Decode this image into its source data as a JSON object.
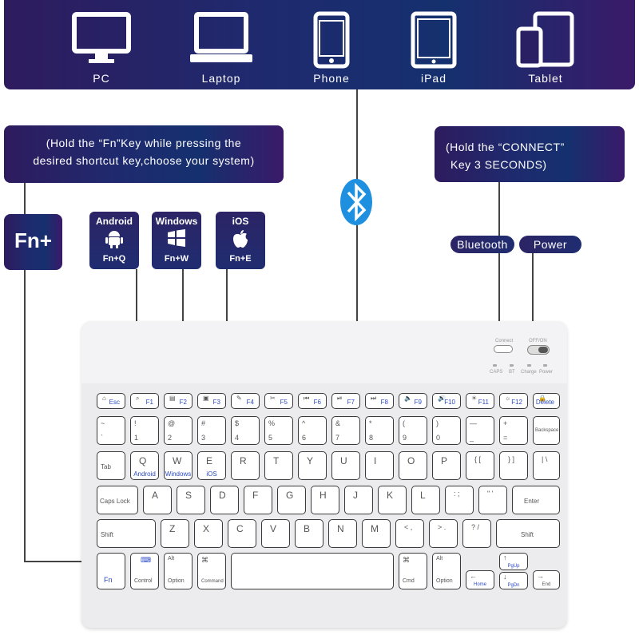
{
  "devices": [
    {
      "label": "PC",
      "icon": "monitor-icon"
    },
    {
      "label": "Laptop",
      "icon": "laptop-icon"
    },
    {
      "label": "Phone",
      "icon": "phone-icon"
    },
    {
      "label": "iPad",
      "icon": "ipad-icon"
    },
    {
      "label": "Tablet",
      "icon": "tablet-icon"
    }
  ],
  "fn_note": {
    "line1": "(Hold the “Fn”Key while pressing the",
    "line2": "desired shortcut key,choose your system)"
  },
  "connect_note": {
    "line1": "(Hold the “CONNECT”",
    "line2": "Key 3 SECONDS)"
  },
  "fn_tile": "Fn+",
  "os_tiles": [
    {
      "title": "Android",
      "combo": "Fn+Q",
      "icon": "android-icon"
    },
    {
      "title": "Windows",
      "combo": "Fn+W",
      "icon": "windows-icon"
    },
    {
      "title": "iOS",
      "combo": "Fn+E",
      "icon": "apple-icon"
    }
  ],
  "pills": {
    "bluetooth": "Bluetooth",
    "power": "Power"
  },
  "switch_labels": {
    "connect": "Connect",
    "power": "OFF/ON"
  },
  "led_labels": [
    "CAPS",
    "BT",
    "Charge",
    "Power"
  ],
  "colors": {
    "banner": "#1f2a6e",
    "accent_key": "#2a49c6",
    "bluetooth": "#1f8fe0"
  },
  "keyboard": {
    "row0": [
      {
        "top": "",
        "bottom": "Esc"
      },
      {
        "top": "",
        "bottom": "F1"
      },
      {
        "top": "",
        "bottom": "F2"
      },
      {
        "top": "",
        "bottom": "F3"
      },
      {
        "top": "",
        "bottom": "F4"
      },
      {
        "top": "",
        "bottom": "F5"
      },
      {
        "top": "",
        "bottom": "F6"
      },
      {
        "top": "",
        "bottom": "F7"
      },
      {
        "top": "",
        "bottom": "F8"
      },
      {
        "top": "",
        "bottom": "F9"
      },
      {
        "top": "",
        "bottom": "F10"
      },
      {
        "top": "",
        "bottom": "F11"
      },
      {
        "top": "",
        "bottom": "F12"
      },
      {
        "top": "",
        "bottom": "Delete"
      }
    ],
    "row1": [
      {
        "top": "~",
        "bottom": "`"
      },
      {
        "top": "!",
        "bottom": "1"
      },
      {
        "top": "@",
        "bottom": "2"
      },
      {
        "top": "#",
        "bottom": "3"
      },
      {
        "top": "$",
        "bottom": "4"
      },
      {
        "top": "%",
        "bottom": "5"
      },
      {
        "top": "^",
        "bottom": "6"
      },
      {
        "top": "&",
        "bottom": "7"
      },
      {
        "top": "*",
        "bottom": "8"
      },
      {
        "top": "(",
        "bottom": "9"
      },
      {
        "top": ")",
        "bottom": "0"
      },
      {
        "top": "—",
        "bottom": "_"
      },
      {
        "top": "+",
        "bottom": "="
      },
      {
        "top": "Backspace",
        "bottom": ""
      }
    ],
    "row2": [
      {
        "main": "Tab",
        "sub": ""
      },
      {
        "main": "Q",
        "sub": "Android"
      },
      {
        "main": "W",
        "sub": "Windows"
      },
      {
        "main": "E",
        "sub": "iOS"
      },
      {
        "main": "R",
        "sub": ""
      },
      {
        "main": "T",
        "sub": ""
      },
      {
        "main": "Y",
        "sub": ""
      },
      {
        "main": "U",
        "sub": ""
      },
      {
        "main": "I",
        "sub": ""
      },
      {
        "main": "O",
        "sub": ""
      },
      {
        "main": "P",
        "sub": ""
      },
      {
        "main": "{ [",
        "sub": ""
      },
      {
        "main": "} ]",
        "sub": ""
      },
      {
        "main": "| \\",
        "sub": ""
      }
    ],
    "row3": [
      "Caps Lock",
      "A",
      "S",
      "D",
      "F",
      "G",
      "H",
      "J",
      "K",
      "L",
      ": ;",
      "\" '",
      "Enter"
    ],
    "row4": [
      "Shift",
      "Z",
      "X",
      "C",
      "V",
      "B",
      "N",
      "M",
      "< ,",
      "> .",
      "? /",
      "Shift"
    ],
    "row5": [
      {
        "top": "",
        "bottom": "Fn"
      },
      {
        "top": "",
        "bottom": "Control"
      },
      {
        "top": "Alt",
        "bottom": "Option"
      },
      {
        "top": "⌘",
        "bottom": "Command"
      },
      {
        "top": "",
        "bottom": ""
      },
      {
        "top": "⌘",
        "bottom": "Cmd"
      },
      {
        "top": "Alt",
        "bottom": "Option"
      },
      {
        "top": "←",
        "bottom": "Home"
      },
      {
        "top": "↑",
        "bottom": "PgUp"
      },
      {
        "top": "↓",
        "bottom": "PgDn"
      },
      {
        "top": "→",
        "bottom": "End"
      }
    ]
  }
}
